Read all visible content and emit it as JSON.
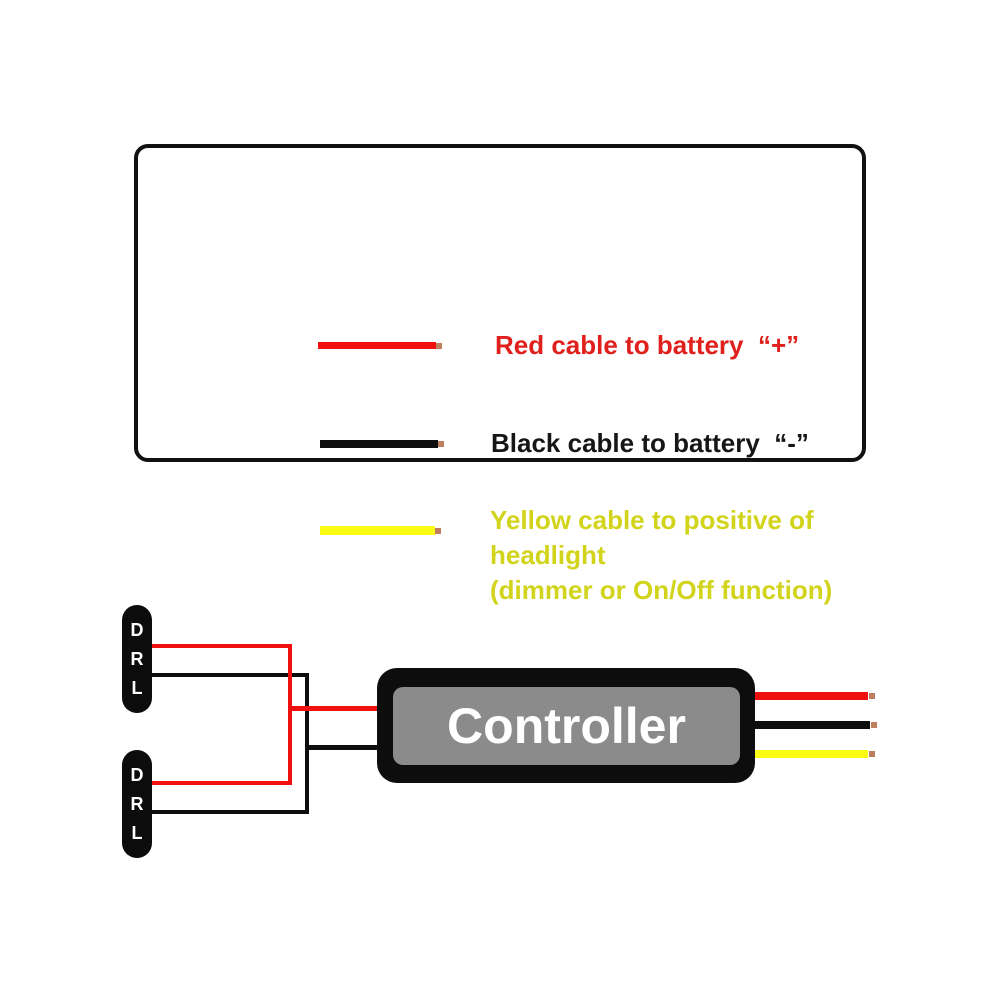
{
  "colors": {
    "red_wire": "#f01010",
    "red_text": "#e0201c",
    "black": "#0d0d0d",
    "yellow_wire": "#fcfc12",
    "yellow_text": "#d2d41c",
    "copper_tip": "#bd7f5e",
    "controller_bg": "#0d0d0d",
    "controller_inner": "#8b8b8b"
  },
  "legend": {
    "items": [
      {
        "id": "red",
        "label": "Red cable to battery  “+”"
      },
      {
        "id": "black",
        "label": "Black cable to battery  “-”"
      },
      {
        "id": "yellow",
        "label": "Yellow cable to positive of headlight\n(dimmer or On/Off function)"
      }
    ]
  },
  "diagram": {
    "drl_label_letters": [
      "D",
      "R",
      "L"
    ],
    "controller_label": "Controller"
  }
}
